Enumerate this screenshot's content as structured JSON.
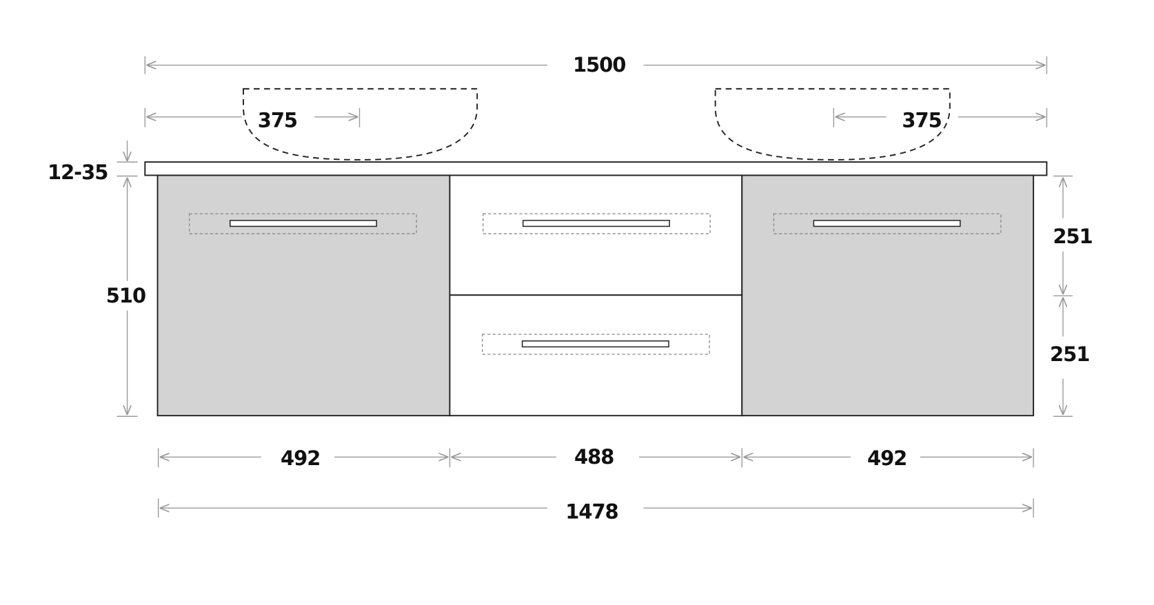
{
  "diagram": {
    "title": "Double basin wall-hung vanity front elevation",
    "colors": {
      "door_fill": "#d3d3d3",
      "drawer_fill": "#ffffff",
      "dimension_line": "#9a9a9a",
      "outline": "#222222"
    },
    "dimensions": {
      "overall_top_width": "1500",
      "basin_left_offset": "375",
      "basin_right_offset": "375",
      "top_thickness": "12-35",
      "cabinet_height": "510",
      "drawer_top_height": "251",
      "drawer_bottom_height": "251",
      "left_door_width": "492",
      "center_width": "488",
      "right_door_width": "492",
      "cabinet_width": "1478"
    }
  }
}
